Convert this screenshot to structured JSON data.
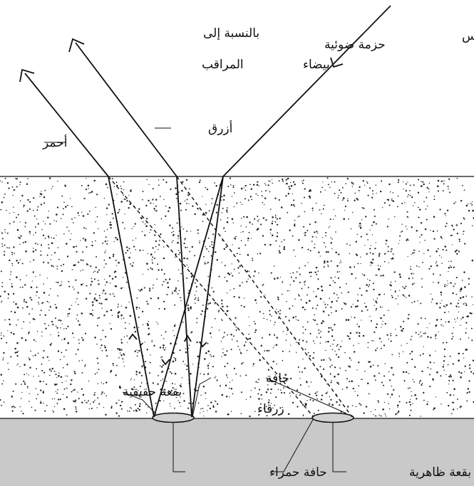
{
  "labels": {
    "from_sun": "من الشمس",
    "white_beam_line1": "حزمة ضوئية",
    "white_beam_line2": "بيضاء",
    "to_observer_line1": "بالنسبة إلى",
    "to_observer_line2": "المراقب",
    "blue": "أزرق",
    "red": "أحمر",
    "edge": "حافة",
    "blue_edge": "زرقاء",
    "real_spot": "بقعة حقيقية",
    "red_edge": "حافة حمراء",
    "apparent_spot": "بقعة ظاهرية"
  },
  "colors": {
    "line": "#111111",
    "ground": "#c9c9c9",
    "medium_dots": "#222222",
    "background": "#ffffff"
  }
}
